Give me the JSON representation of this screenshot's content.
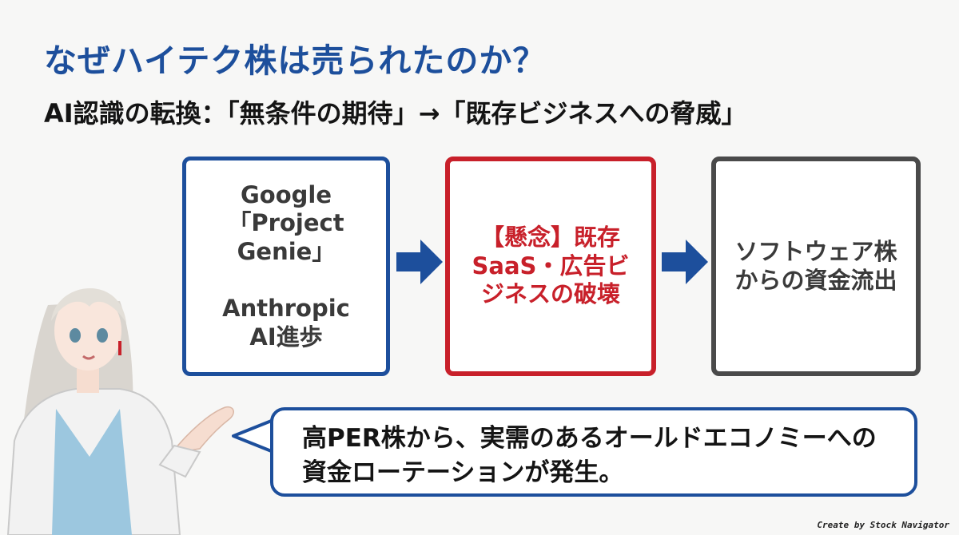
{
  "title": "なぜハイテク株は売られたのか？",
  "subtitle": "AI認識の転換：「無条件の期待」→「既存ビジネスへの脅威」",
  "boxes": [
    {
      "lines_top": [
        "Google「Project",
        "Genie」"
      ],
      "lines_bottom": [
        "Anthropic",
        "AI進歩"
      ]
    },
    {
      "lines": [
        "【懸念】既存",
        "SaaS・広告ビ",
        "ジネスの破壊"
      ]
    },
    {
      "lines": [
        "ソフトウェア株",
        "からの資金流出"
      ]
    }
  ],
  "speech": {
    "line1": "高PER株から、実需のあるオールドエコノミーへの",
    "line2": "資金ローテーションが発生。"
  },
  "credit": "Create by Stock Navigator",
  "colors": {
    "blue": "#1d4f9c",
    "red": "#c8202a",
    "gray": "#4a4a4a"
  }
}
